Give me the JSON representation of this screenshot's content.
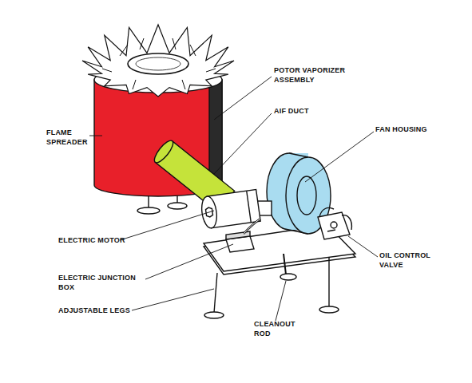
{
  "diagram": {
    "labels": [
      "POTOR VAPORIZER ASSEMBLY",
      "AIF DUCT",
      "FAN HOUSING",
      "FLAME SPREADER",
      "ELECTRIC MOTOR",
      "OIL CONTROL VALVE",
      "ELECTRIC JUNCTION BOX",
      "ADJUSTABLE LEGS",
      "CLEANOUT ROD"
    ]
  }
}
